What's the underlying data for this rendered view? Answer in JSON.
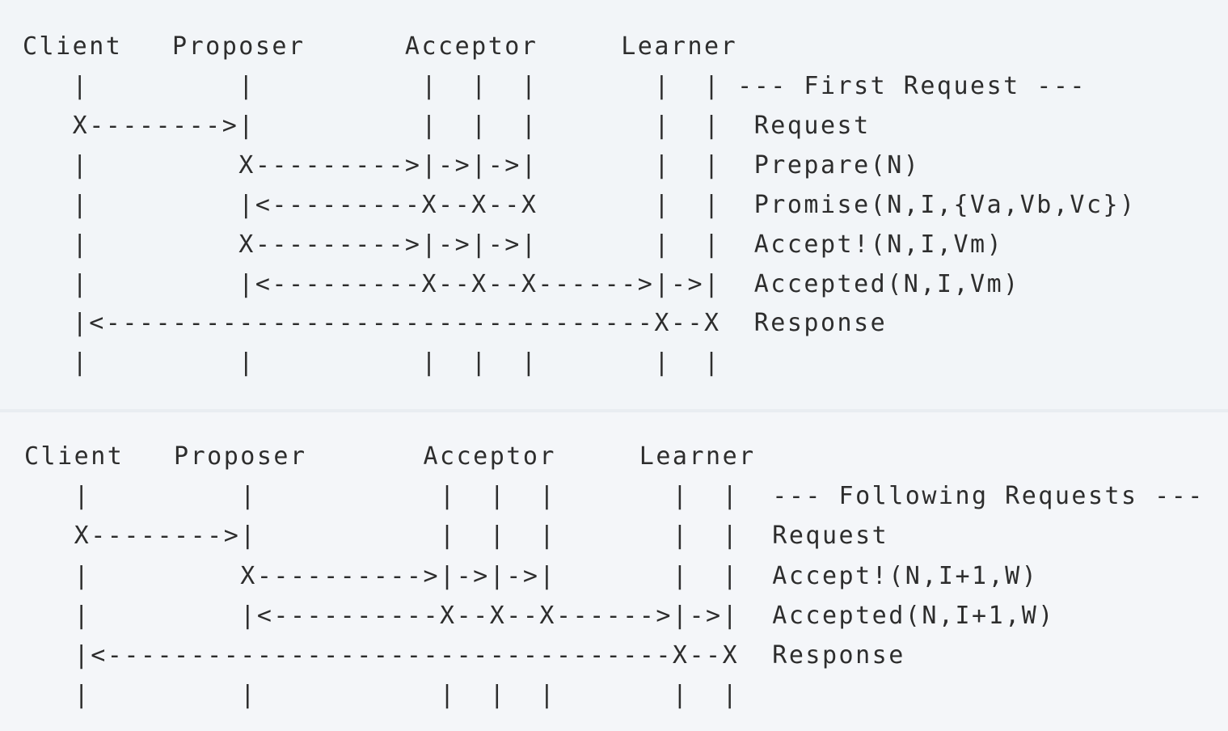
{
  "diagrams": [
    {
      "lines": [
        "Client   Proposer      Acceptor     Learner",
        "   |         |          |  |  |       |  | --- First Request ---",
        "   X-------->|          |  |  |       |  |  Request",
        "   |         X--------->|->|->|       |  |  Prepare(N)",
        "   |         |<---------X--X--X       |  |  Promise(N,I,{Va,Vb,Vc})",
        "   |         X--------->|->|->|       |  |  Accept!(N,I,Vm)",
        "   |         |<---------X--X--X------>|->|  Accepted(N,I,Vm)",
        "   |<---------------------------------X--X  Response",
        "   |         |          |  |  |       |  |"
      ]
    },
    {
      "lines": [
        "Client   Proposer       Acceptor     Learner",
        "   |         |           |  |  |       |  |  --- Following Requests ---",
        "   X-------->|           |  |  |       |  |  Request",
        "   |         X---------->|->|->|       |  |  Accept!(N,I+1,W)",
        "   |         |<----------X--X--X------>|->|  Accepted(N,I+1,W)",
        "   |<----------------------------------X--X  Response",
        "   |         |           |  |  |       |  |"
      ]
    }
  ]
}
